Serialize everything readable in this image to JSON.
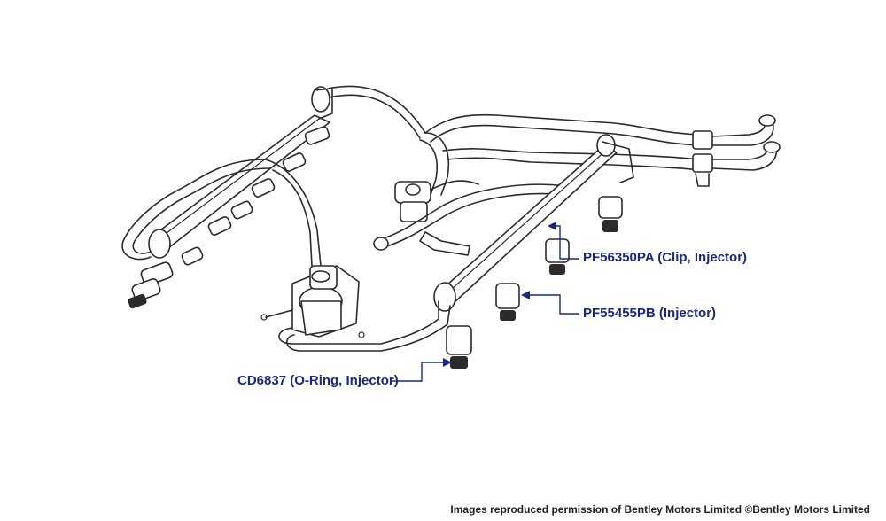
{
  "callouts": {
    "clip_injector": "PF56350PA (Clip, Injector)",
    "injector": "PF55455PB (Injector)",
    "oring_injector": "CD6837 (O-Ring, Injector)"
  },
  "copyright": "Images reproduced permission of Bentley Motors Limited ©Bentley Motors Limited",
  "colors": {
    "callout_text": "#1a2a78",
    "line_art": "#2b2b2b",
    "background": "#ffffff"
  }
}
